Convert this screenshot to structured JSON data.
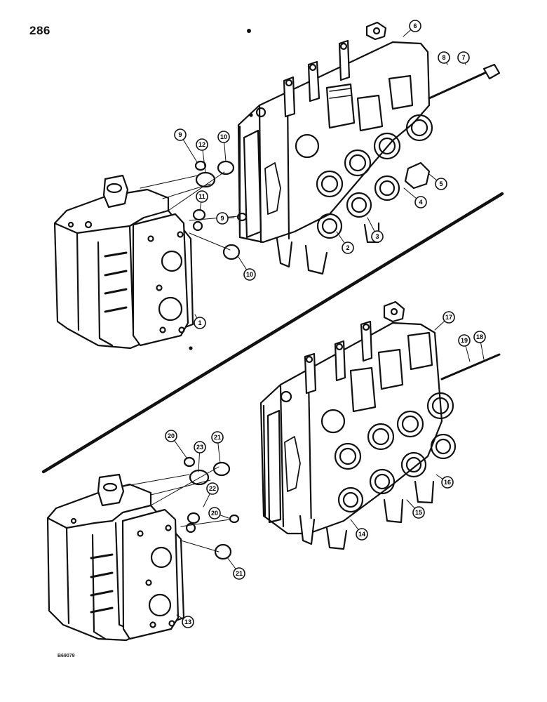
{
  "page_number": "286",
  "figure_code": "B69079",
  "callouts": [
    "1",
    "2",
    "3",
    "4",
    "5",
    "6",
    "7",
    "8",
    "9",
    "10",
    "11",
    "12",
    "9",
    "10",
    "13",
    "14",
    "15",
    "16",
    "17",
    "18",
    "19",
    "20",
    "21",
    "22",
    "23",
    "20",
    "21"
  ]
}
